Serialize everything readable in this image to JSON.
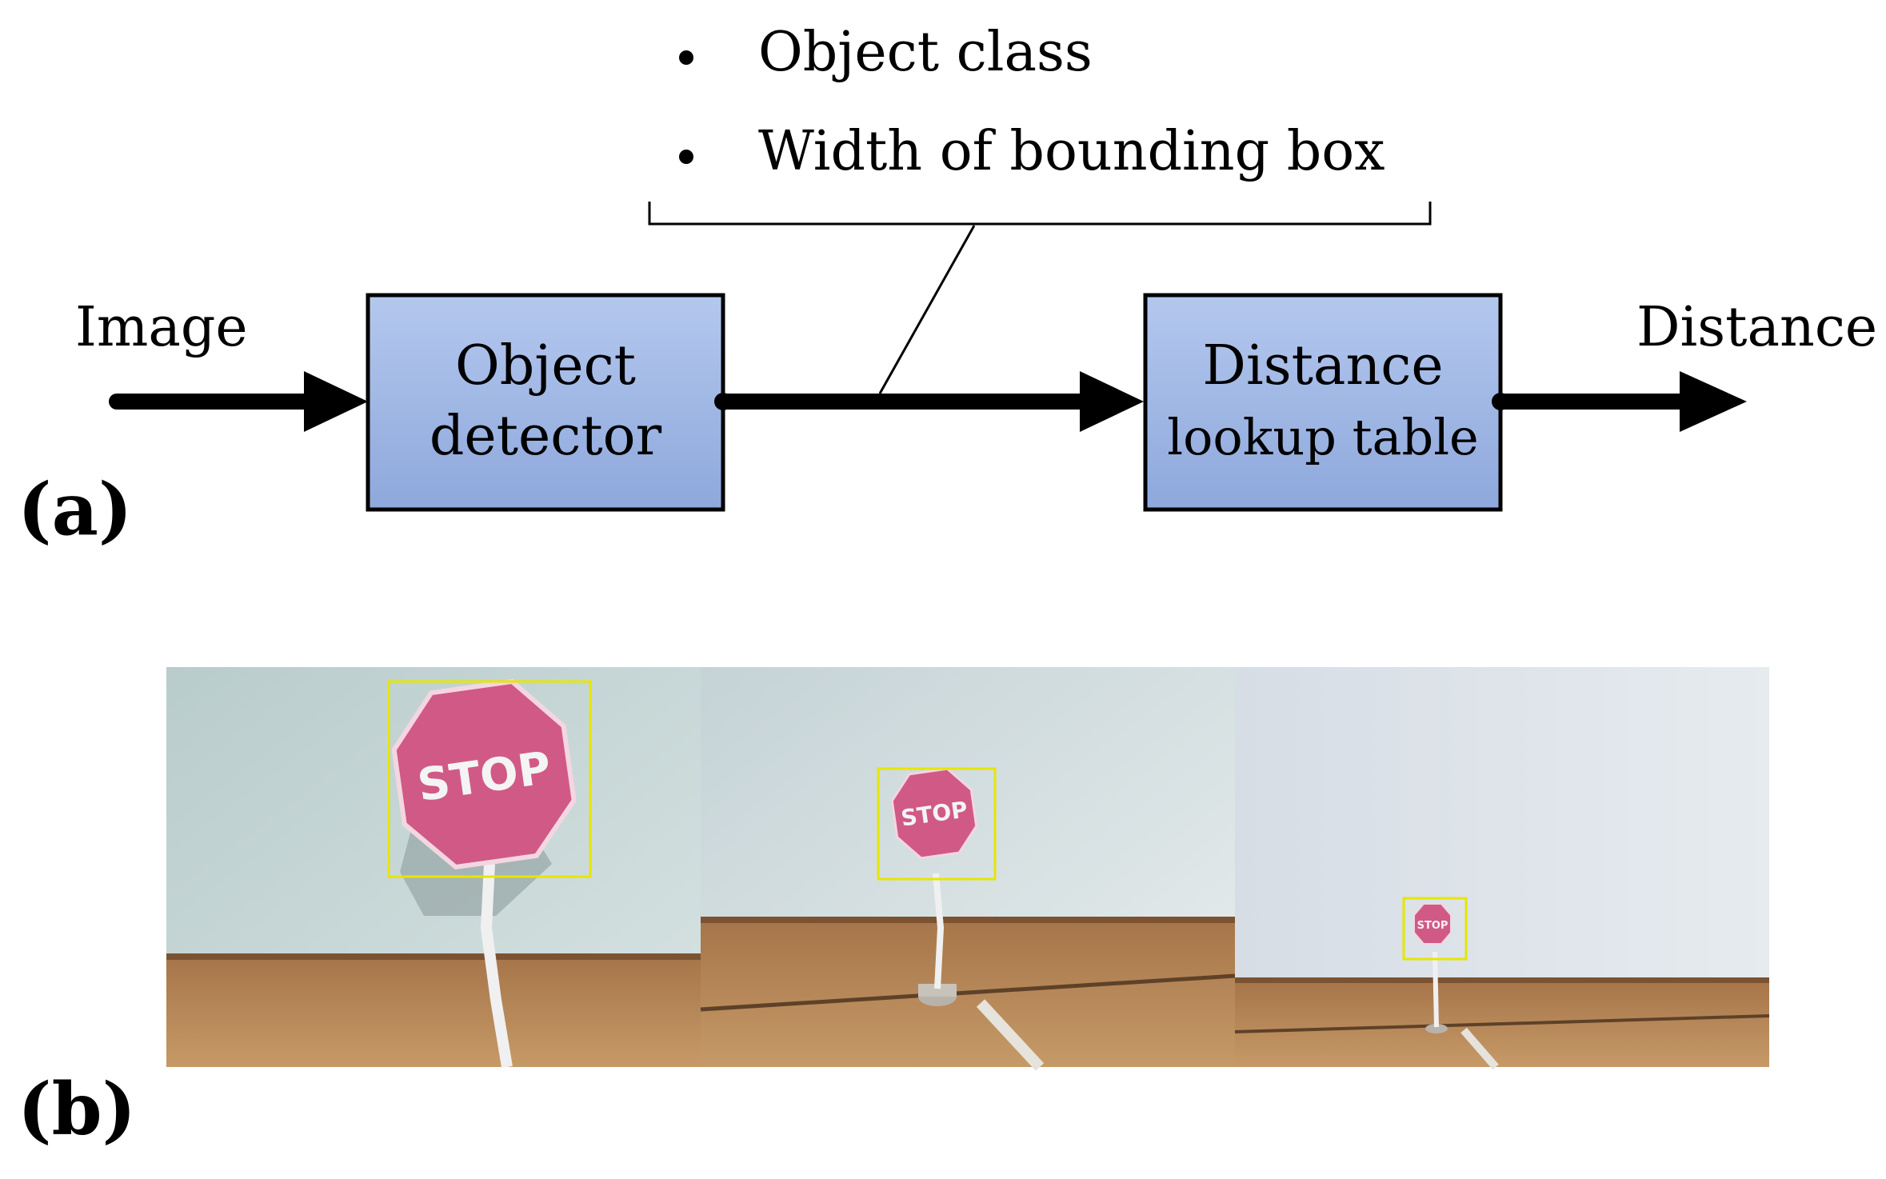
{
  "panel_a": {
    "label": "(a)",
    "bullets": [
      "Object class",
      "Width of bounding box"
    ],
    "input_label": "Image",
    "output_label": "Distance",
    "block1": {
      "line1": "Object",
      "line2": "detector"
    },
    "block2": {
      "line1": "Distance",
      "line2": "lookup table"
    },
    "block_color": "#9db3e2"
  },
  "panel_b": {
    "label": "(b)",
    "photos": [
      {
        "sign_text": "STOP"
      },
      {
        "sign_text": "STOP"
      },
      {
        "sign_text": "STOP"
      }
    ],
    "box_color": "#e6e600",
    "sign_color": "#d9537f"
  }
}
